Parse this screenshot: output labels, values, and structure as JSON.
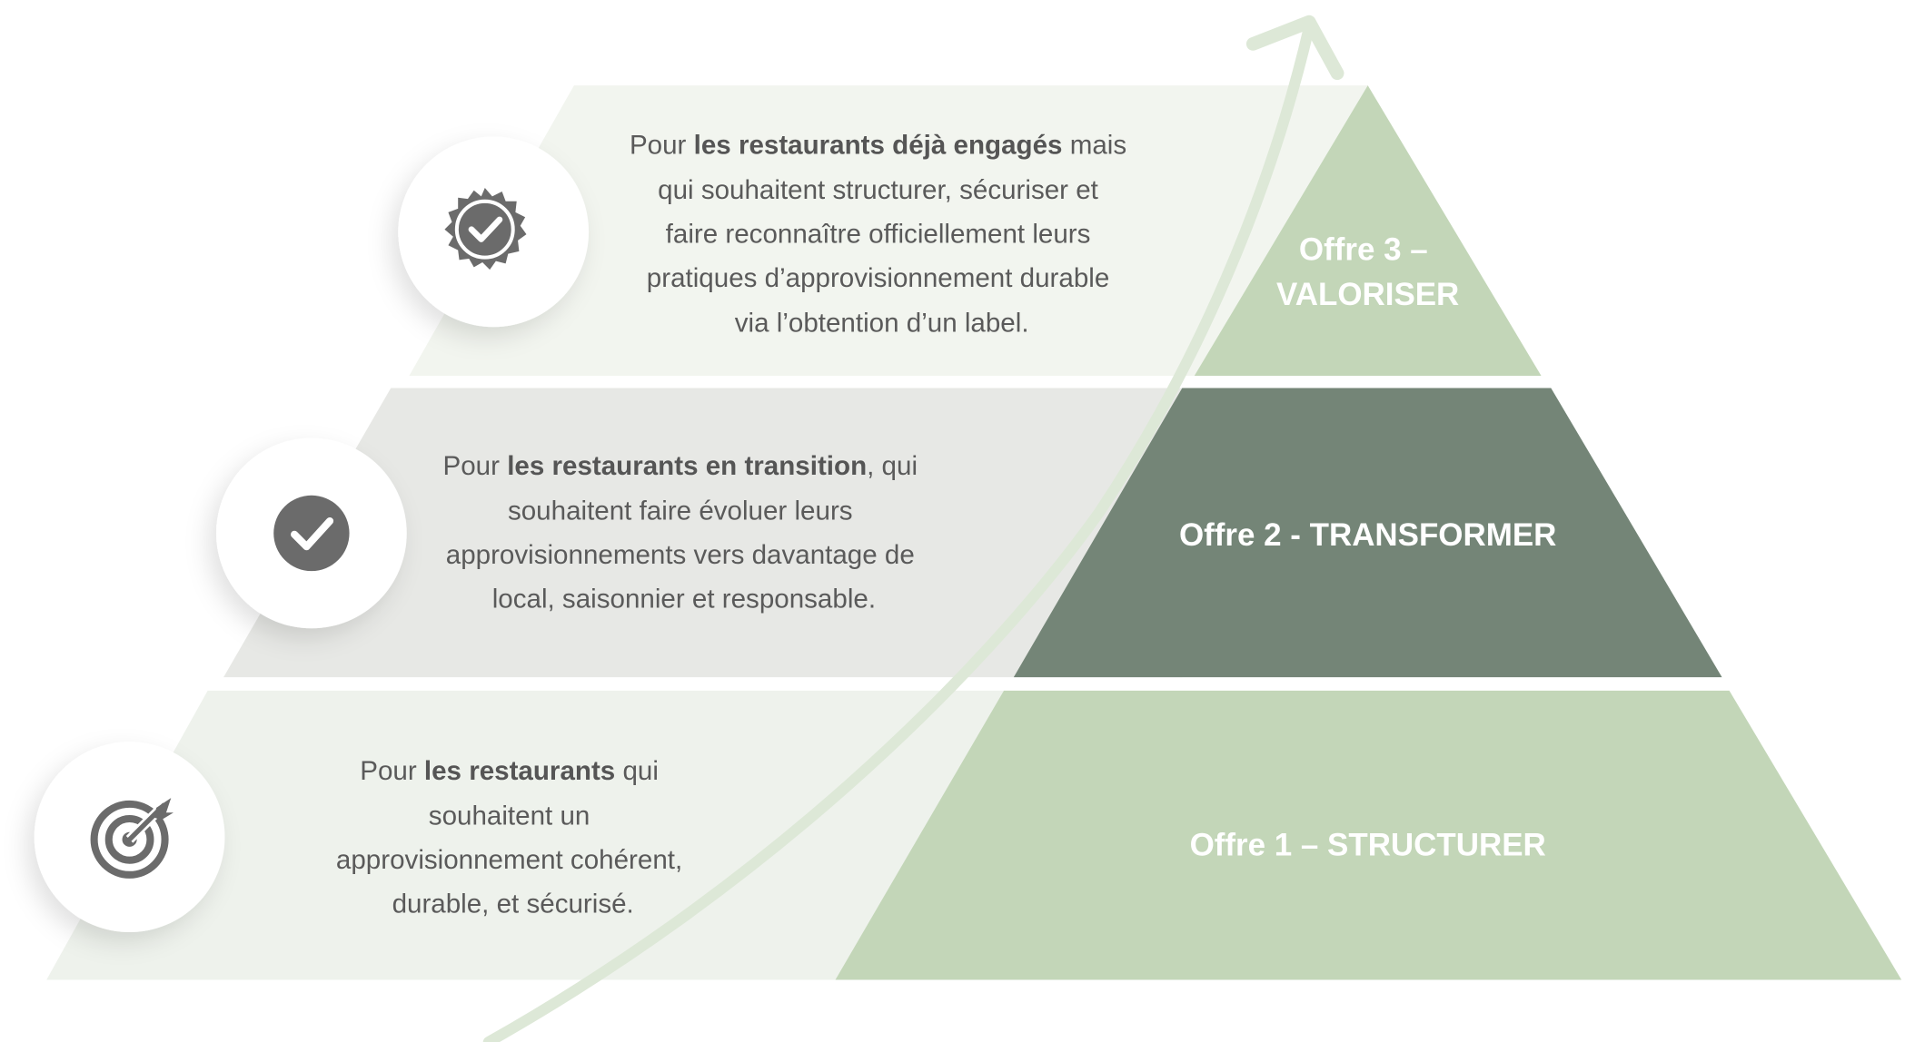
{
  "colors": {
    "tier_light": "#c3d6b8",
    "tier_dark": "#748577",
    "band_top": "#f2f5ef",
    "band_mid": "#e7e8e5",
    "band_bottom": "#eef2ec",
    "arrow": "#dde8d7",
    "icon": "#6b6b6b"
  },
  "tiers": [
    {
      "label_lines": [
        "Offre 3 –",
        "VALORISER"
      ],
      "icon": "certified-badge-icon",
      "description": [
        [
          {
            "t": "Pour "
          },
          {
            "t": "les restaurants déjà engagés",
            "b": true
          },
          {
            "t": " mais"
          }
        ],
        [
          {
            "t": "qui souhaitent structurer, sécuriser et"
          }
        ],
        [
          {
            "t": "faire reconnaître officiellement leurs"
          }
        ],
        [
          {
            "t": "pratiques d’approvisionnement durable"
          }
        ],
        [
          {
            "t": "via l’obtention d’un label."
          }
        ]
      ]
    },
    {
      "label_lines": [
        "Offre  2 - TRANSFORMER"
      ],
      "icon": "check-circle-icon",
      "description": [
        [
          {
            "t": "Pour "
          },
          {
            "t": "les restaurants en transition",
            "b": true
          },
          {
            "t": ", qui"
          }
        ],
        [
          {
            "t": "souhaitent faire évoluer leurs"
          }
        ],
        [
          {
            "t": "approvisionnements vers davantage de"
          }
        ],
        [
          {
            "t": "local, saisonnier et responsable."
          }
        ]
      ]
    },
    {
      "label_lines": [
        "Offre 1 – STRUCTURER"
      ],
      "icon": "target-icon",
      "description": [
        [
          {
            "t": "Pour "
          },
          {
            "t": "les restaurants",
            "b": true
          },
          {
            "t": " qui"
          }
        ],
        [
          {
            "t": "souhaitent un"
          }
        ],
        [
          {
            "t": "approvisionnement cohérent,"
          }
        ],
        [
          {
            "t": "durable, et sécurisé."
          }
        ]
      ]
    }
  ]
}
